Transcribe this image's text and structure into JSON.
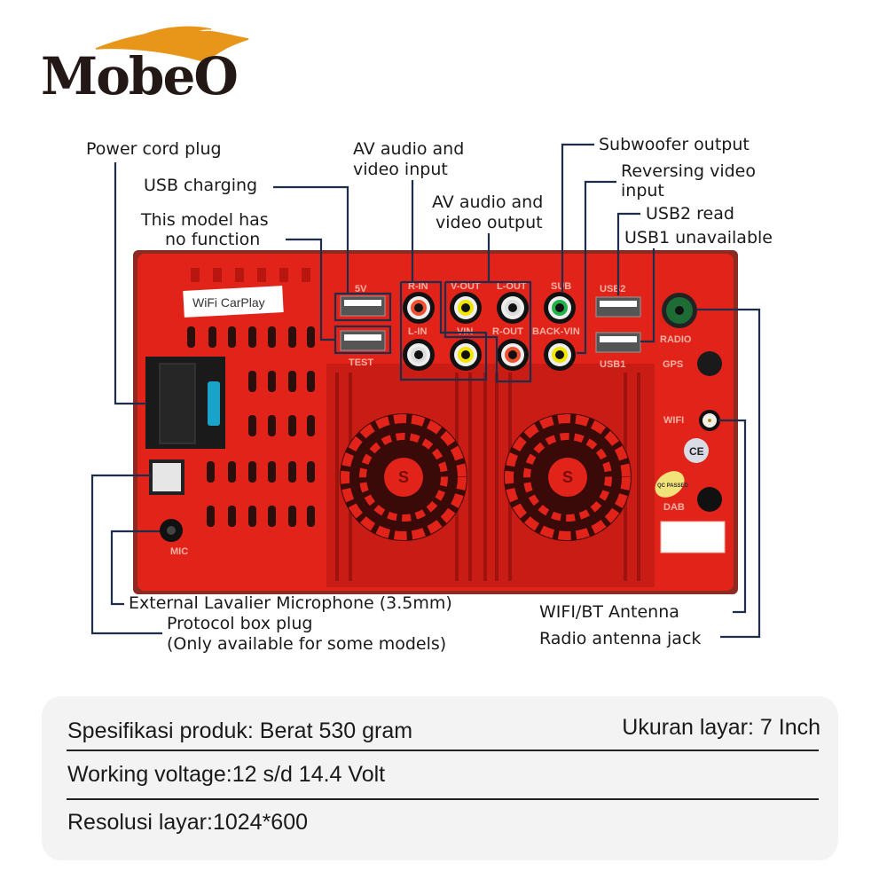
{
  "brand": {
    "name": "MobeO",
    "swoosh_color": "#e8961a",
    "text_color": "#231815"
  },
  "callouts": {
    "power_cord": "Power cord plug",
    "usb_charging": "USB charging",
    "no_function_1": "This model has",
    "no_function_2": "no function",
    "av_input_1": "AV audio and",
    "av_input_2": "video input",
    "av_output_1": "AV audio and",
    "av_output_2": "video output",
    "subwoofer": "Subwoofer output",
    "reversing_1": "Reversing video",
    "reversing_2": "input",
    "usb2": "USB2 read",
    "usb1": "USB1 unavailable",
    "microphone": "External Lavalier Microphone (3.5mm)",
    "protocol_1": "Protocol box plug",
    "protocol_2": "(Only available for some models)",
    "wifi_bt": "WIFI/BT Antenna",
    "radio": "Radio antenna jack"
  },
  "panel": {
    "sticker": "WiFi CarPlay",
    "five_v": "5V",
    "test": "TEST",
    "r_in": "R-IN",
    "v_out": "V-OUT",
    "l_out": "L-OUT",
    "sub": "SUB",
    "l_in": "L-IN",
    "vin": "VIN",
    "r_out": "R-OUT",
    "back_vin": "BACK-VIN",
    "usb2": "USB2",
    "usb1": "USB1",
    "radio": "RADIO",
    "gps": "GPS",
    "wifi": "WIFI",
    "dab": "DAB",
    "mic": "MIC",
    "ce": "CE",
    "qc": "QC PASSED",
    "fan_logo": "S"
  },
  "specs": {
    "weight": "Spesifikasi produk: Berat 530 gram",
    "screen_size": "Ukuran layar: 7 Inch",
    "voltage": "Working voltage:12 s/d 14.4 Volt",
    "resolution": "Resolusi layar:1024*600"
  },
  "colors": {
    "body": "#e2231a",
    "leader": "#1f2d4a",
    "spec_bg": "#f3f3f3"
  }
}
